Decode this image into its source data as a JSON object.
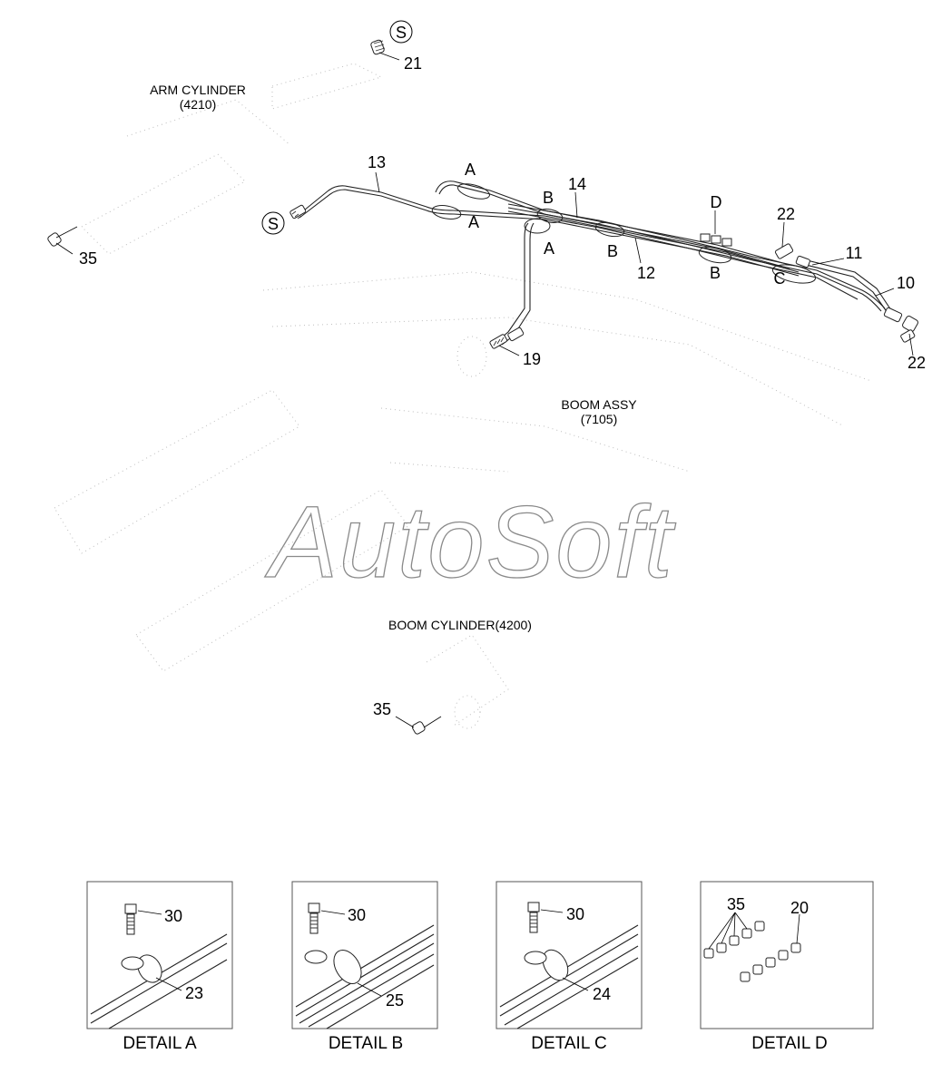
{
  "labels": {
    "arm_cylinder": "ARM CYLINDER",
    "arm_cylinder_code": "(4210)",
    "boom_assy": "BOOM ASSY",
    "boom_assy_code": "(7105)",
    "boom_cylinder": "BOOM CYLINDER(4200)",
    "watermark": "AutoSoft"
  },
  "callouts": {
    "s_top": "S",
    "s_left": "S",
    "p21": "21",
    "p35_left": "35",
    "p35_bottom": "35",
    "p13": "13",
    "p14": "14",
    "p12": "12",
    "p19": "19",
    "p22_top": "22",
    "p22_bottom": "22",
    "p11": "11",
    "p10": "10",
    "a1": "A",
    "a2": "A",
    "a3": "A",
    "b1": "B",
    "b2": "B",
    "b3": "B",
    "c1": "C",
    "d1": "D"
  },
  "details": [
    {
      "caption": "DETAIL A",
      "bolt": "30",
      "clamp": "23"
    },
    {
      "caption": "DETAIL B",
      "bolt": "30",
      "clamp": "25"
    },
    {
      "caption": "DETAIL C",
      "bolt": "30",
      "clamp": "24"
    },
    {
      "caption": "DETAIL D",
      "fitting_left": "35",
      "fitting_right": "20"
    }
  ]
}
